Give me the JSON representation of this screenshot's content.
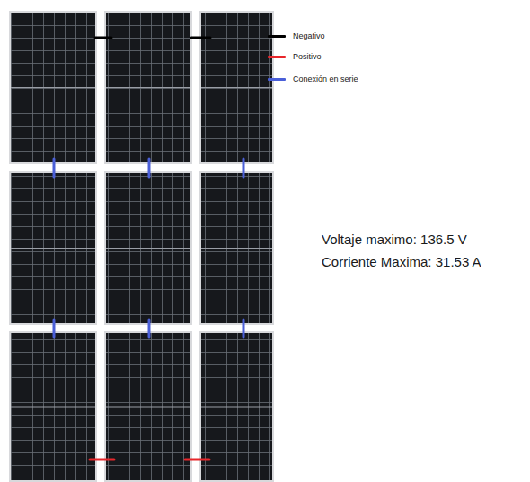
{
  "diagram": {
    "labels": [
      "Voltaje maximo: 136.5 V",
      "Corriente Maxima: 31.53 A"
    ],
    "legend": [
      {
        "text": "Negativo",
        "color": "#000000"
      },
      {
        "text": "Positivo",
        "color": "#e8262b"
      },
      {
        "text": "Conexión en serie",
        "color": "#4a5fd8"
      }
    ]
  }
}
